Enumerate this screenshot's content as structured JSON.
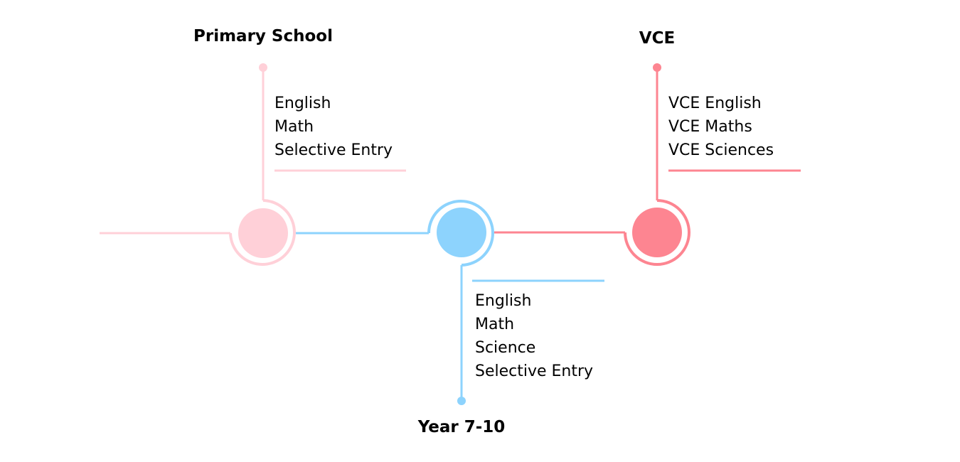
{
  "colors": {
    "primary": "#ffd0d8",
    "year": "#8dd3fd",
    "vce": "#fd8591"
  },
  "stages": [
    {
      "id": "primary",
      "title": "Primary School",
      "subjects": [
        "English",
        "Math",
        "Selective Entry"
      ]
    },
    {
      "id": "year",
      "title": "Year 7-10",
      "subjects": [
        "English",
        "Math",
        "Science",
        "Selective Entry"
      ]
    },
    {
      "id": "vce",
      "title": "VCE",
      "subjects": [
        "VCE English",
        "VCE Maths",
        "VCE Sciences"
      ]
    }
  ]
}
